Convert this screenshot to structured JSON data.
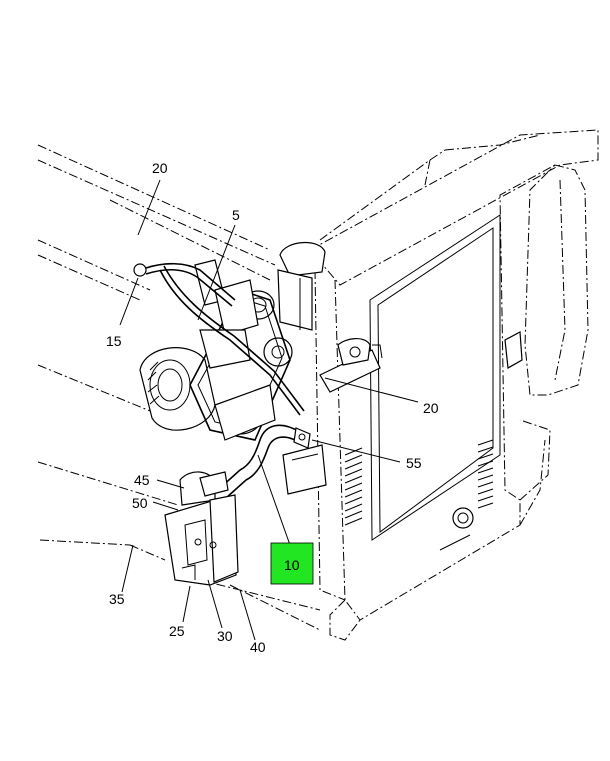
{
  "callouts": {
    "c20_top": "20",
    "c5": "5",
    "c15": "15",
    "c20_right": "20",
    "c55": "55",
    "c45": "45",
    "c50": "50",
    "c35": "35",
    "c25": "25",
    "c30": "30",
    "c40": "40",
    "c10": "10"
  },
  "colors": {
    "highlight": "#22e622",
    "line": "#000000"
  }
}
